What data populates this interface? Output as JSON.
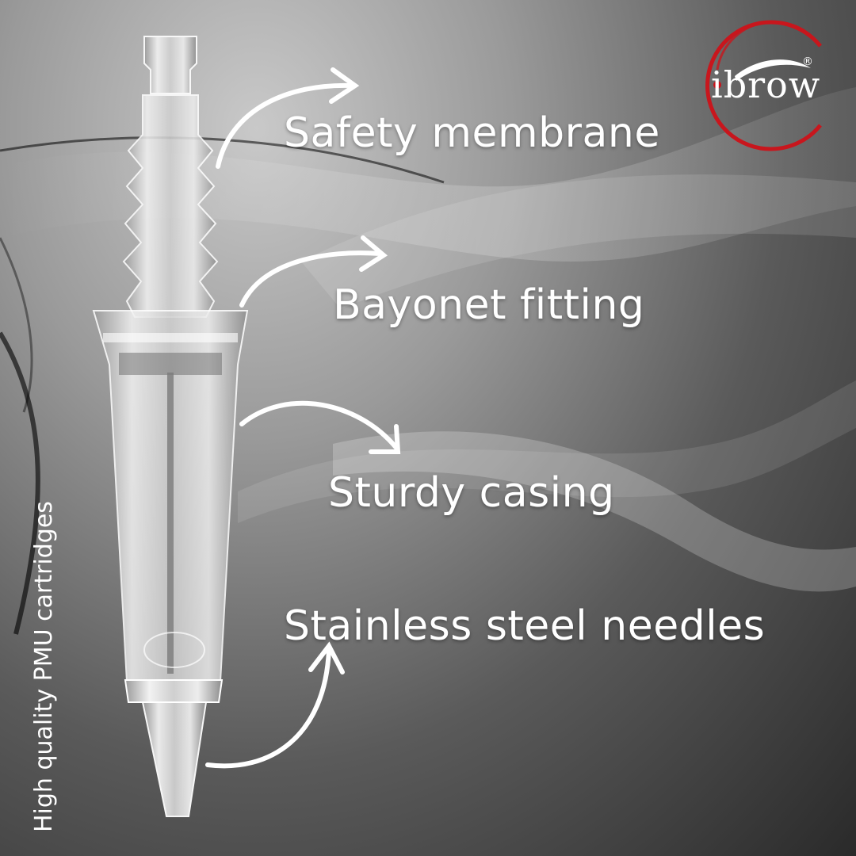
{
  "colors": {
    "brand_red": "#c8161d",
    "text": "#ffffff"
  },
  "logo": {
    "text": "ibrow",
    "mark": "®"
  },
  "features": [
    {
      "label": "Safety membrane"
    },
    {
      "label": "Bayonet fitting"
    },
    {
      "label": "Sturdy casing"
    },
    {
      "label": "Stainless steel needles"
    }
  ],
  "caption": "High quality PMU cartridges"
}
